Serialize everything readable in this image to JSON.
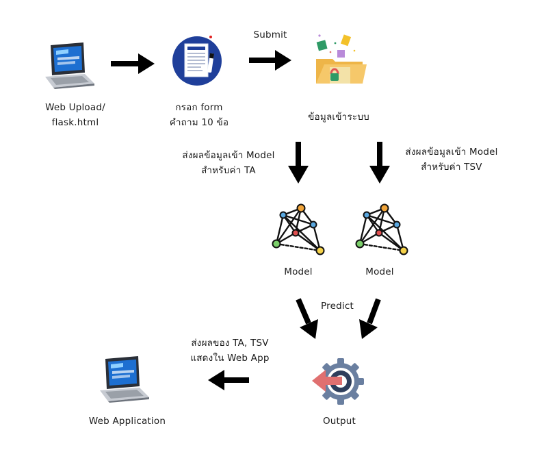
{
  "nodes": {
    "web_upload": {
      "line1": "Web Upload/",
      "line2": "flask.html"
    },
    "form": {
      "line1": "กรอก form",
      "line2": "คำถาม 10 ข้อ"
    },
    "data_in": {
      "label": "ข้อมูลเข้าระบบ"
    },
    "model_ta": {
      "label": "Model"
    },
    "model_tsv": {
      "label": "Model"
    },
    "output": {
      "label": "Output"
    },
    "web_app": {
      "label": "Web Application"
    }
  },
  "edges": {
    "submit": {
      "label": "Submit"
    },
    "send_ta": {
      "line1": "ส่งผลข้อมูลเข้า Model",
      "line2": "สำหรับค่า TA"
    },
    "send_tsv": {
      "line1": "ส่งผลข้อมูลเข้า Model",
      "line2": "สำหรับค่า TSV"
    },
    "predict": {
      "label": "Predict"
    },
    "show_result": {
      "line1": "ส่งผลของ TA, TSV",
      "line2": "แสดงใน Web App"
    }
  },
  "colors": {
    "arrow": "#000000",
    "laptop_screen": "#1d6fd1",
    "form_circle": "#1f3f9a",
    "folder": "#f6c86a",
    "network_orange": "#f0a43a",
    "network_blue": "#5aa8e0",
    "network_red": "#e05050",
    "network_green": "#7bcf6a",
    "network_yellow": "#f5d24a",
    "output_gear": "#6a7fa0",
    "output_arrow": "#e07070"
  }
}
